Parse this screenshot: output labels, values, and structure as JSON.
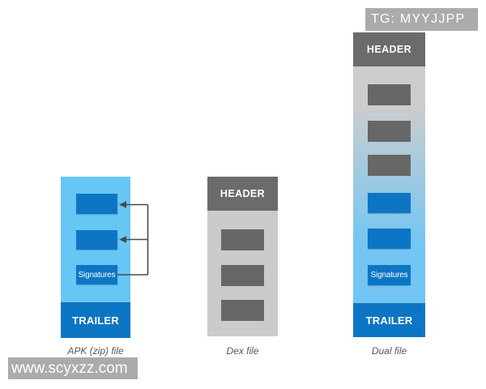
{
  "page": {
    "background": "#ffffff"
  },
  "badge": {
    "text": "TG: MYYJJPP"
  },
  "watermark": {
    "text": "www.scyxzz.com"
  },
  "colors": {
    "page_bg": "#ffffff",
    "light_blue": "#67c6f4",
    "dark_blue": "#0d76c4",
    "dark_gray": "#6b6b6b",
    "light_gray": "#cbcbcb",
    "block_gray": "#676767",
    "gradient_top": "#cdcdcd",
    "gradient_bottom": "#73c6f3",
    "arrow": "#4a4a4a",
    "caption": "#595959",
    "overlay_gray": "#ababab"
  },
  "diagram": {
    "apk_column": {
      "caption": "APK (zip) file",
      "trailer_label": "TRAILER",
      "signatures_label": "Signatures",
      "content_blocks": 2
    },
    "dex_column": {
      "caption": "Dex file",
      "header_label": "HEADER",
      "content_blocks": 3
    },
    "dual_column": {
      "caption": "Dual file",
      "header_label": "HEADER",
      "trailer_label": "TRAILER",
      "signatures_label": "Signatures",
      "gray_blocks": 3,
      "blue_blocks": 2
    }
  }
}
